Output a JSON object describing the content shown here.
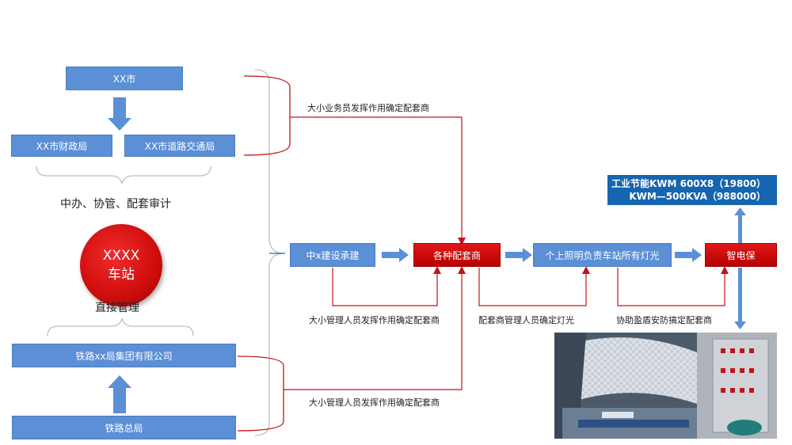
{
  "left": {
    "city": "XX市",
    "finance": "XX市财政局",
    "traffic": "XX市道路交通局",
    "review_text": "中办、协管、配套审计",
    "station_line1": "XXXX",
    "station_line2": "车站",
    "manage_text": "直接管理",
    "railway_group": "铁路xx局集团有限公司",
    "railway_hq": "铁路总局"
  },
  "flow": {
    "builder": "中x建设承建",
    "suppliers": "各种配套商",
    "lighting": "个上照明负责车站所有灯光",
    "smart": "智电保"
  },
  "annotations": {
    "top": "大小业务员发挥作用确定配套商",
    "bottom_left": "大小管理人员发挥作用确定配套商",
    "bottom_mid": "配套商管理人员确定灯光",
    "bottom_right": "协助盈盾安防搞定配套商",
    "lower": "大小管理人员发挥作用确定配套商"
  },
  "info": {
    "line1": "工业节能KWM 600X8（19800）",
    "line2": "KWM—500KVA（988000）"
  },
  "colors": {
    "blue_box": "#5b8fd6",
    "red_box": "#d00a0a",
    "info_box": "#1565b0",
    "connector_red": "#c0151a",
    "arrow_blue": "#5b8fd6"
  }
}
